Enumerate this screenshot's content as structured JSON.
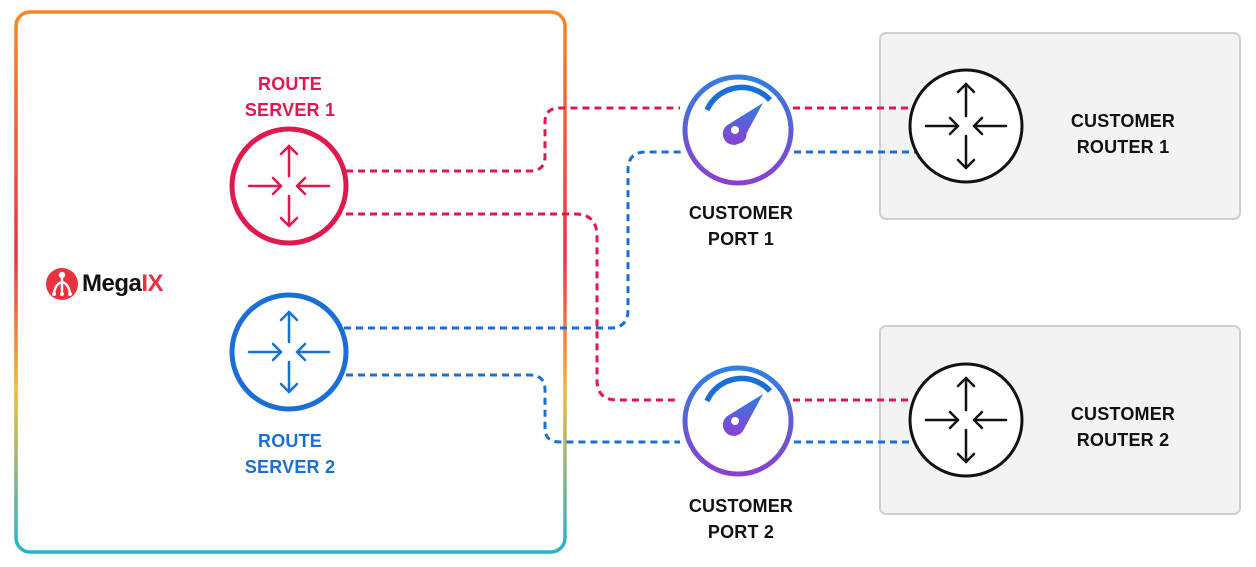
{
  "brand": {
    "name_dark": "Mega",
    "name_accent": "IX",
    "logo_icon": "megaport-logo-icon"
  },
  "route_server_1": {
    "line1": "ROUTE",
    "line2": "SERVER 1",
    "color": "#e0184d"
  },
  "route_server_2": {
    "line1": "ROUTE",
    "line2": "SERVER 2",
    "color": "#1a6fd6"
  },
  "customer_port_1": {
    "line1": "CUSTOMER",
    "line2": "PORT 1"
  },
  "customer_port_2": {
    "line1": "CUSTOMER",
    "line2": "PORT 2"
  },
  "customer_router_1": {
    "line1": "CUSTOMER",
    "line2": "ROUTER 1"
  },
  "customer_router_2": {
    "line1": "CUSTOMER",
    "line2": "ROUTER 2"
  },
  "colors": {
    "red_link": "#e0184d",
    "blue_link": "#1a6fd6",
    "port_gradient_start": "#2f7fe0",
    "port_gradient_end": "#8b3fd0",
    "router_box_fill": "#f3f3f3",
    "router_box_border": "#cfcfcf"
  }
}
